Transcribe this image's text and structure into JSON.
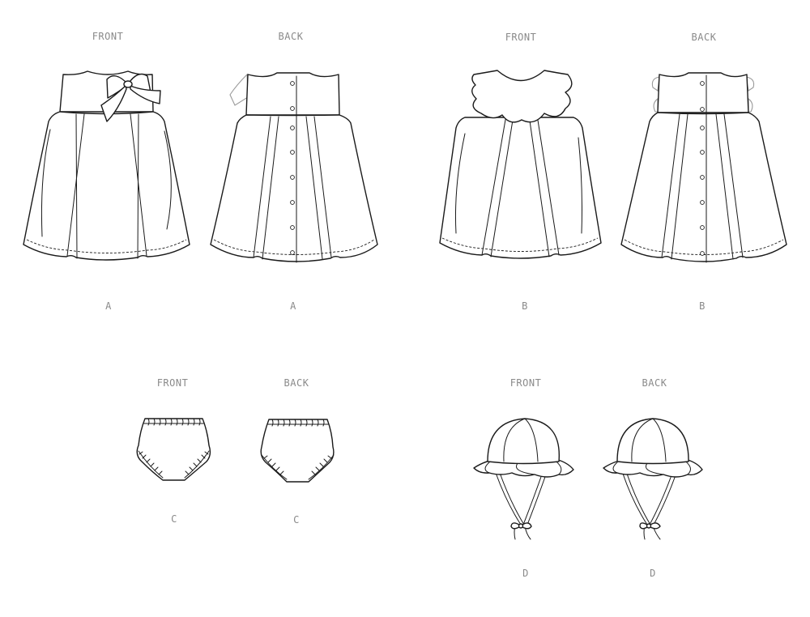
{
  "labels": {
    "front": "FRONT",
    "back": "BACK",
    "view_a": "A",
    "view_b": "B",
    "view_c": "C",
    "view_d": "D"
  }
}
